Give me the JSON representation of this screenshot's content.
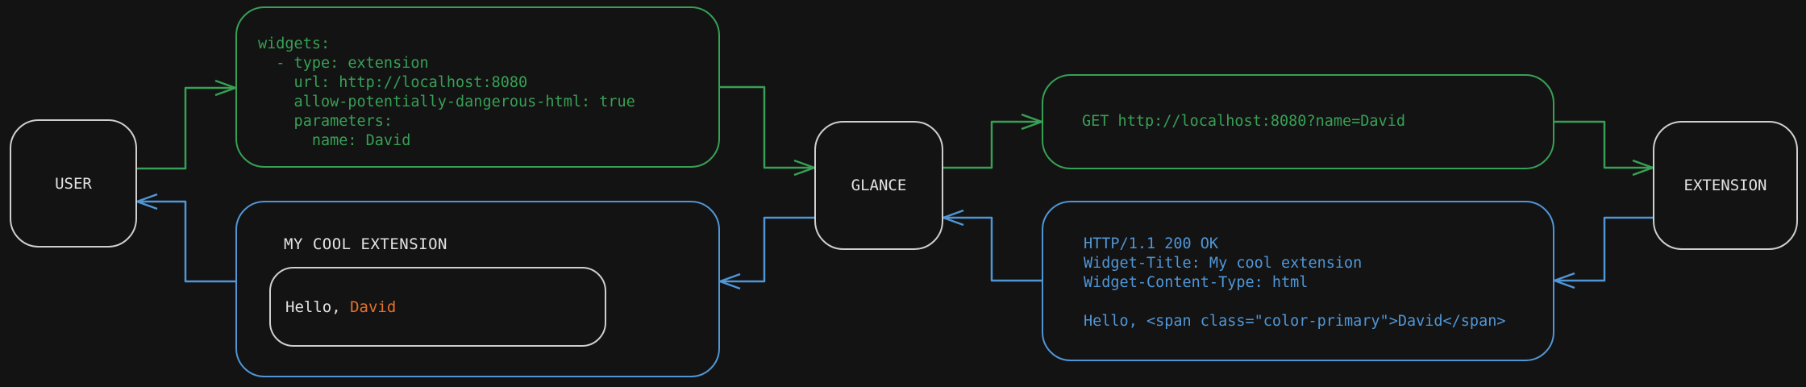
{
  "colors": {
    "bg": "#131313",
    "green": "#37a055",
    "blue": "#5096d7",
    "orange": "#e2712d",
    "node-border": "#cfcfcf",
    "text": "#e3e3e3"
  },
  "nodes": {
    "user": {
      "label": "USER"
    },
    "glance": {
      "label": "GLANCE"
    },
    "extension": {
      "label": "EXTENSION"
    }
  },
  "messages": {
    "config_request": {
      "lines": [
        "widgets:",
        "  - type: extension",
        "    url: http://localhost:8080",
        "    allow-potentially-dangerous-html: true",
        "    parameters:",
        "      name: David"
      ]
    },
    "http_request": {
      "text": "GET http://localhost:8080?name=David"
    },
    "http_response": {
      "lines": [
        "HTTP/1.1 200 OK",
        "Widget-Title: My cool extension",
        "Widget-Content-Type: html",
        "",
        "Hello, <span class=\"color-primary\">David</span>"
      ]
    },
    "rendered_widget": {
      "title": "MY COOL EXTENSION",
      "greeting_prefix": "Hello, ",
      "greeting_name": "David"
    }
  }
}
